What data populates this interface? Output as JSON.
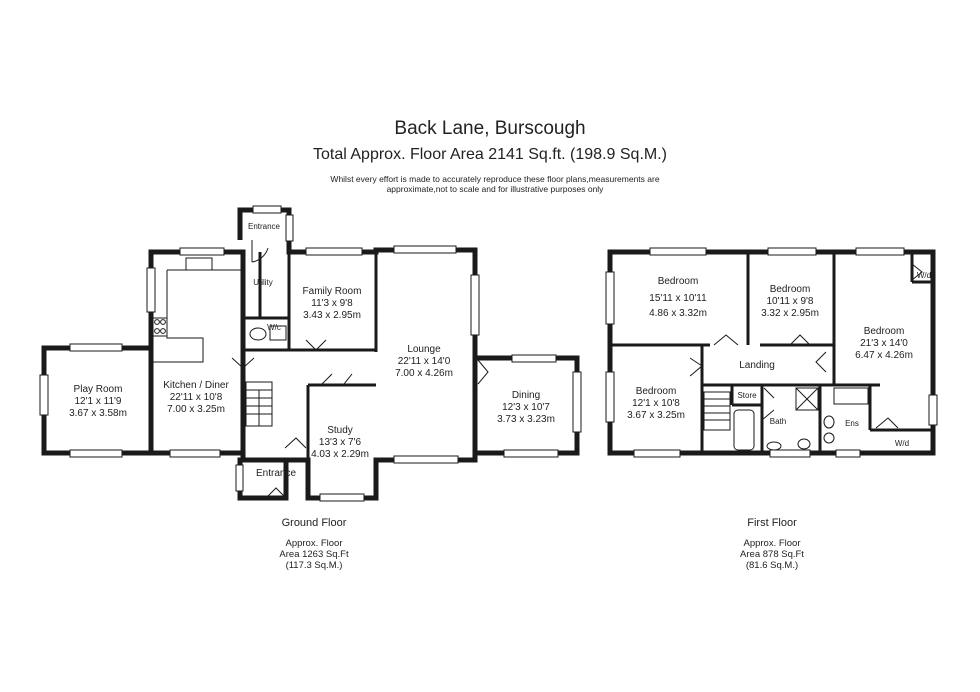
{
  "header": {
    "title": "Back Lane, Burscough",
    "subtitle": "Total Approx. Floor Area 2141 Sq.ft. (198.9 Sq.M.)",
    "disclaimer": "Whilst every effort is made to accurately reproduce these floor plans,measurements are approximate,not to scale and for illustrative purposes only"
  },
  "ground_floor": {
    "caption": "Ground Floor",
    "area_line1": "Approx. Floor",
    "area_line2": "Area 1263 Sq.Ft",
    "area_line3": "(117.3 Sq.M.)",
    "rooms": {
      "play_room": {
        "name": "Play Room",
        "imperial": "12'1 x 11'9",
        "metric": "3.67 x 3.58m"
      },
      "kitchen": {
        "name": "Kitchen / Diner",
        "imperial": "22'11 x 10'8",
        "metric": "7.00 x 3.25m"
      },
      "utility": {
        "name": "Utility"
      },
      "wc": {
        "name": "W/c"
      },
      "entrance_top": {
        "name": "Entrance"
      },
      "entrance_bottom": {
        "name": "Entrance"
      },
      "family_room": {
        "name": "Family Room",
        "imperial": "11'3 x 9'8",
        "metric": "3.43 x 2.95m"
      },
      "study": {
        "name": "Study",
        "imperial": "13'3 x 7'6",
        "metric": "4.03 x 2.29m"
      },
      "lounge": {
        "name": "Lounge",
        "imperial": "22'11 x 14'0",
        "metric": "7.00 x 4.26m"
      },
      "dining": {
        "name": "Dining",
        "imperial": "12'3 x 10'7",
        "metric": "3.73 x 3.23m"
      }
    }
  },
  "first_floor": {
    "caption": "First Floor",
    "area_line1": "Approx. Floor",
    "area_line2": "Area 878 Sq.Ft",
    "area_line3": "(81.6 Sq.M.)",
    "rooms": {
      "bedroom1": {
        "name": "Bedroom",
        "imperial": "15'11 x 10'11",
        "metric": "4.86 x 3.32m"
      },
      "bedroom2": {
        "name": "Bedroom",
        "imperial": "10'11 x 9'8",
        "metric": "3.32 x 2.95m"
      },
      "bedroom3": {
        "name": "Bedroom",
        "imperial": "21'3 x 14'0",
        "metric": "6.47 x 4.26m"
      },
      "bedroom4": {
        "name": "Bedroom",
        "imperial": "12'1 x 10'8",
        "metric": "3.67 x 3.25m"
      },
      "landing": {
        "name": "Landing"
      },
      "store": {
        "name": "Store"
      },
      "bath": {
        "name": "Bath"
      },
      "ens": {
        "name": "Ens"
      },
      "wd_top": {
        "name": "W/d"
      },
      "wd_bottom": {
        "name": "W/d"
      }
    }
  }
}
